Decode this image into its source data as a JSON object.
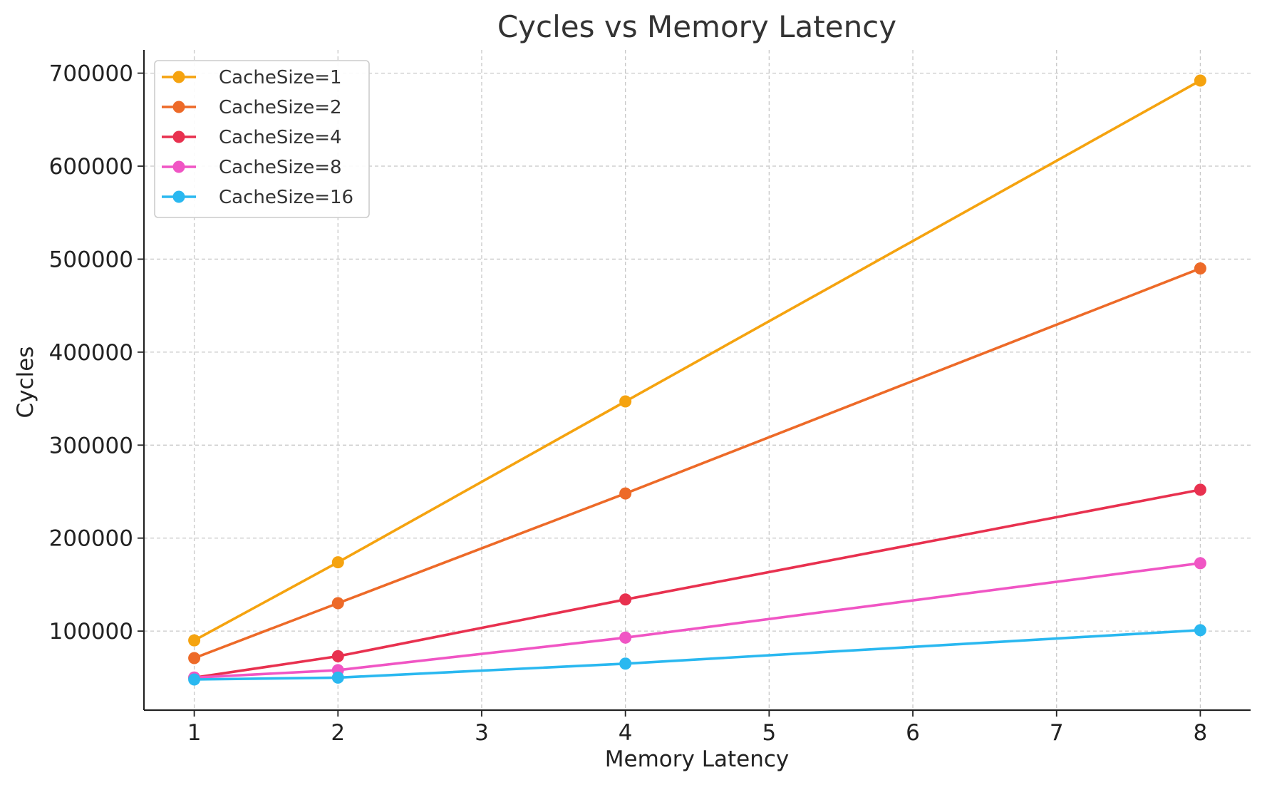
{
  "chart_data": {
    "type": "line",
    "title": "Cycles vs Memory Latency",
    "xlabel": "Memory Latency",
    "ylabel": "Cycles",
    "x": [
      1,
      2,
      4,
      8
    ],
    "xlim": [
      0.65,
      8.35
    ],
    "ylim": [
      15000,
      725000
    ],
    "xticks": [
      1,
      2,
      3,
      4,
      5,
      6,
      7,
      8
    ],
    "yticks": [
      100000,
      200000,
      300000,
      400000,
      500000,
      600000,
      700000
    ],
    "grid": true,
    "legend_position": "top-left",
    "series": [
      {
        "name": "CacheSize=1",
        "color": "#f5a30f",
        "values": [
          90000,
          174000,
          347000,
          692000
        ]
      },
      {
        "name": "CacheSize=2",
        "color": "#ed6a28",
        "values": [
          71000,
          130000,
          248000,
          490000
        ]
      },
      {
        "name": "CacheSize=4",
        "color": "#e8314f",
        "values": [
          50000,
          73000,
          134000,
          252000
        ]
      },
      {
        "name": "CacheSize=8",
        "color": "#f055c4",
        "values": [
          50000,
          58000,
          93000,
          173000
        ]
      },
      {
        "name": "CacheSize=16",
        "color": "#2ab8f0",
        "values": [
          48000,
          50000,
          65000,
          101000
        ]
      }
    ]
  }
}
